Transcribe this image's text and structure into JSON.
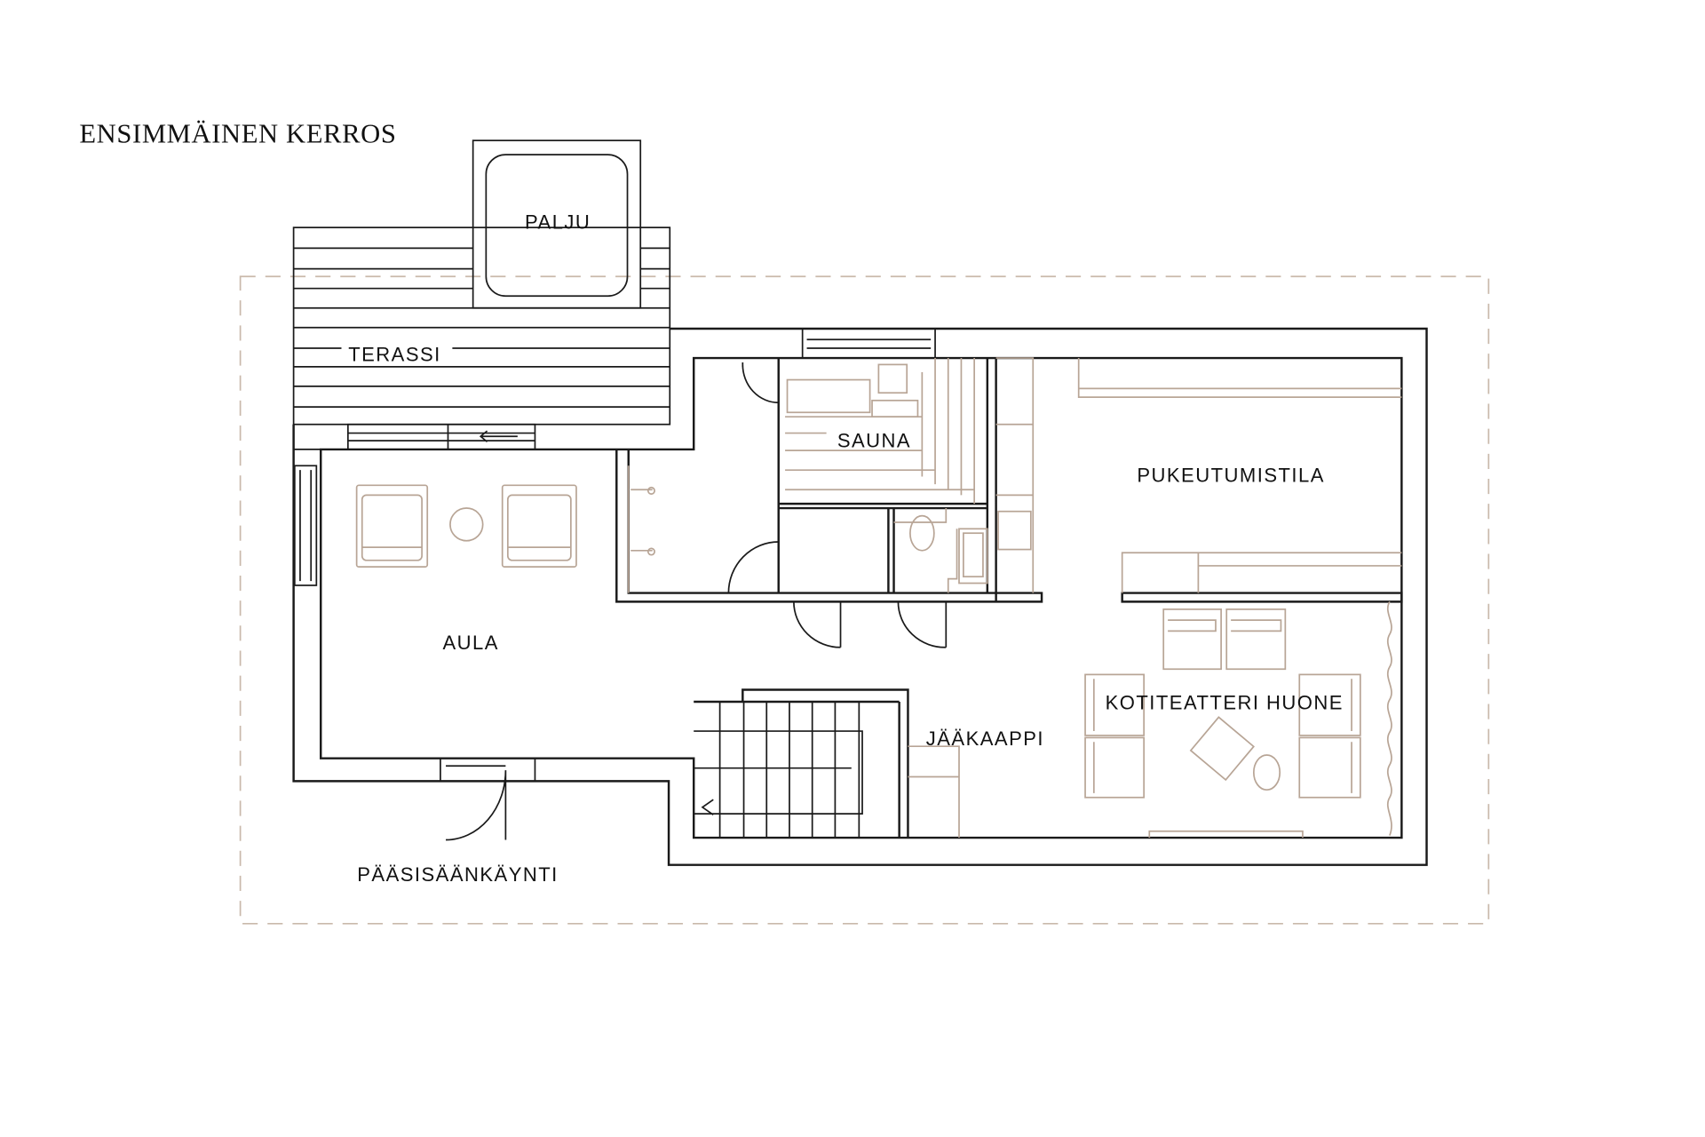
{
  "title": "ENSIMMÄINEN KERROS",
  "rooms": {
    "palju": "PALJU",
    "terassi": "TERASSI",
    "sauna": "SAUNA",
    "pukeutumistila": "PUKEUTUMISTILA",
    "aula": "AULA",
    "kotiteatteri": "KOTITEATTERI HUONE",
    "jaakaappi": "JÄÄKAAPPI",
    "paasisaankaynti": "PÄÄSISÄÄNKÄYNTI"
  },
  "colors": {
    "wall": "#1a1a1a",
    "furniture": "#b8a596",
    "boundary": "#c9b9ab"
  }
}
